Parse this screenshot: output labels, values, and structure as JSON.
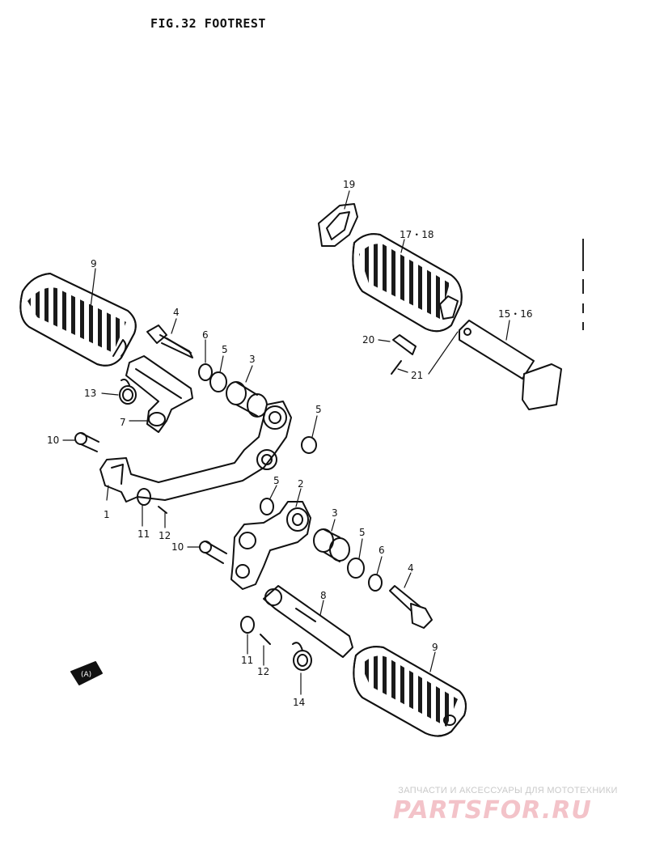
{
  "title": "FIG.32   FOOTREST",
  "labels": {
    "l1": "1",
    "l2": "2",
    "l3a": "3",
    "l3b": "3",
    "l4a": "4",
    "l4b": "4",
    "l5a": "5",
    "l5b": "5",
    "l5c": "5",
    "l5d": "5",
    "l6a": "6",
    "l6b": "6",
    "l7": "7",
    "l8": "8",
    "l9a": "9",
    "l9b": "9",
    "l10a": "10",
    "l10b": "10",
    "l11a": "11",
    "l11b": "11",
    "l12a": "12",
    "l12b": "12",
    "l13": "13",
    "l14": "14",
    "l1516": "15・16",
    "l1718": "17・18",
    "l19": "19",
    "l20": "20",
    "l21": "21"
  },
  "direction_marker": "(A)",
  "watermark": {
    "caption": "ЗАПЧАСТИ И АКСЕССУАРЫ ДЛЯ МОТОТЕХНИКИ",
    "logo": "PARTSFOR.RU"
  }
}
